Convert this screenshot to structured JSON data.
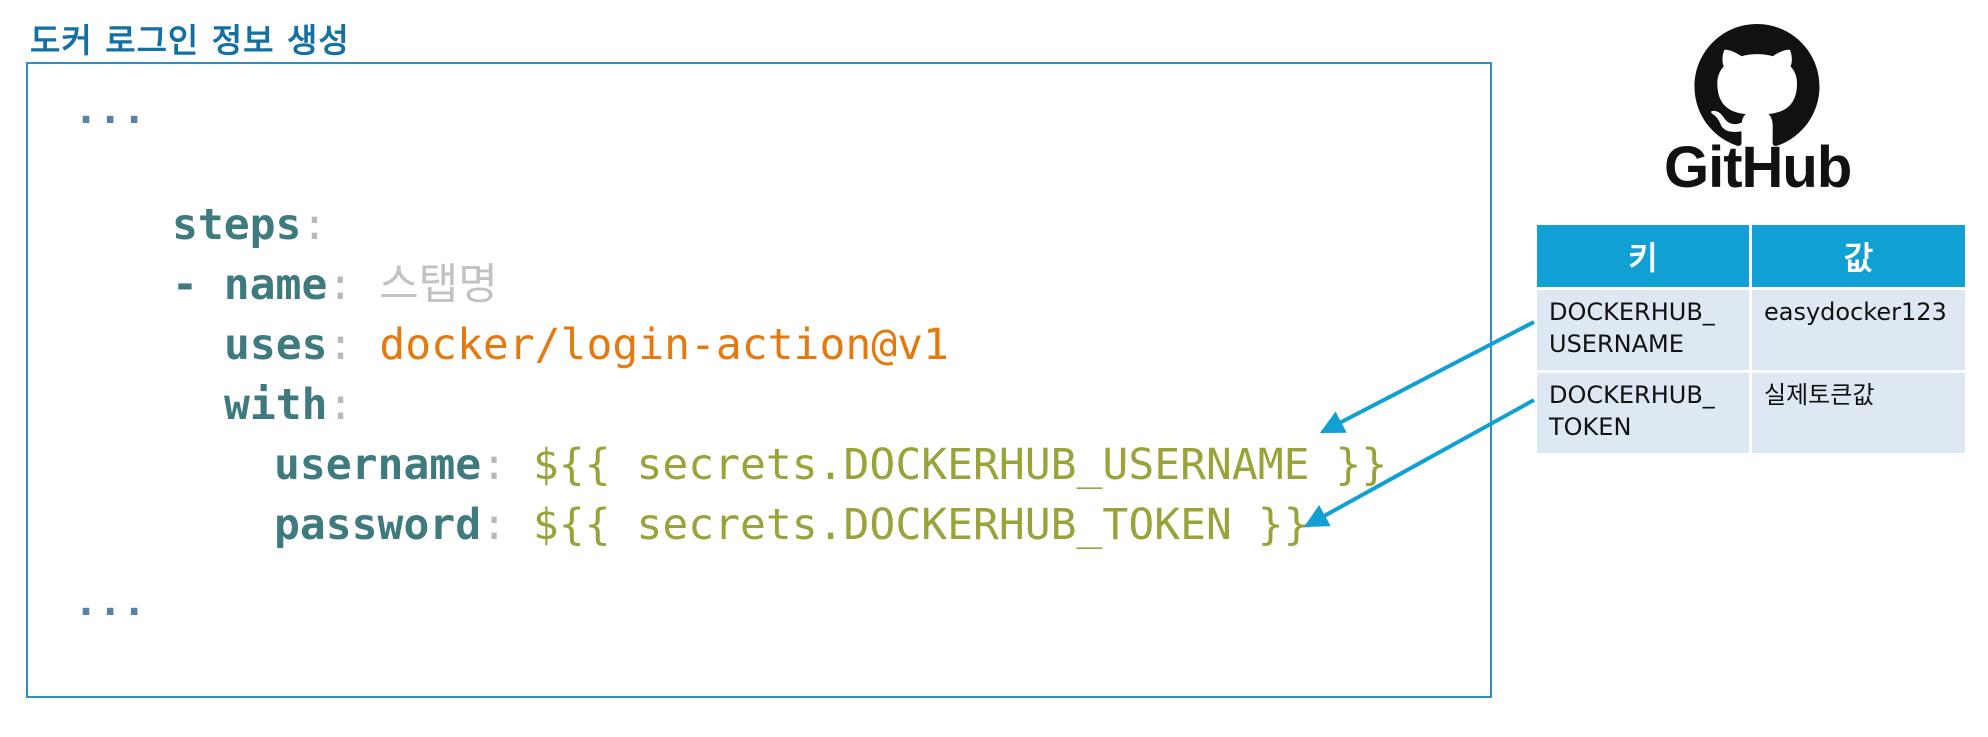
{
  "title": "도커 로그인 정보 생성",
  "code": {
    "ellipsis_top": "...",
    "steps_key": "steps",
    "colon": ":",
    "dash": "-",
    "name_key": "name",
    "name_value": "스탭명",
    "uses_key": "uses",
    "uses_value": "docker/login-action@v1",
    "with_key": "with",
    "username_key": "username",
    "username_value": "${{ secrets.DOCKERHUB_USERNAME }}",
    "password_key": "password",
    "password_value": "${{ secrets.DOCKERHUB_TOKEN }}",
    "ellipsis_bottom": "..."
  },
  "github": {
    "wordmark": "GitHub",
    "icon": "github-octocat-icon"
  },
  "secrets_table": {
    "headers": [
      "키",
      "값"
    ],
    "rows": [
      {
        "key_line1": "DOCKERHUB_",
        "key_line2": "USERNAME",
        "value": "easydocker123"
      },
      {
        "key_line1": "DOCKERHUB_",
        "key_line2": "TOKEN",
        "value": "실제토큰값"
      }
    ]
  },
  "colors": {
    "title": "#1470a0",
    "code_border": "#2f8fc0",
    "header_bg": "#10a0d4",
    "cell_bg": "#dde8f2",
    "arrow": "#10a0d4"
  }
}
